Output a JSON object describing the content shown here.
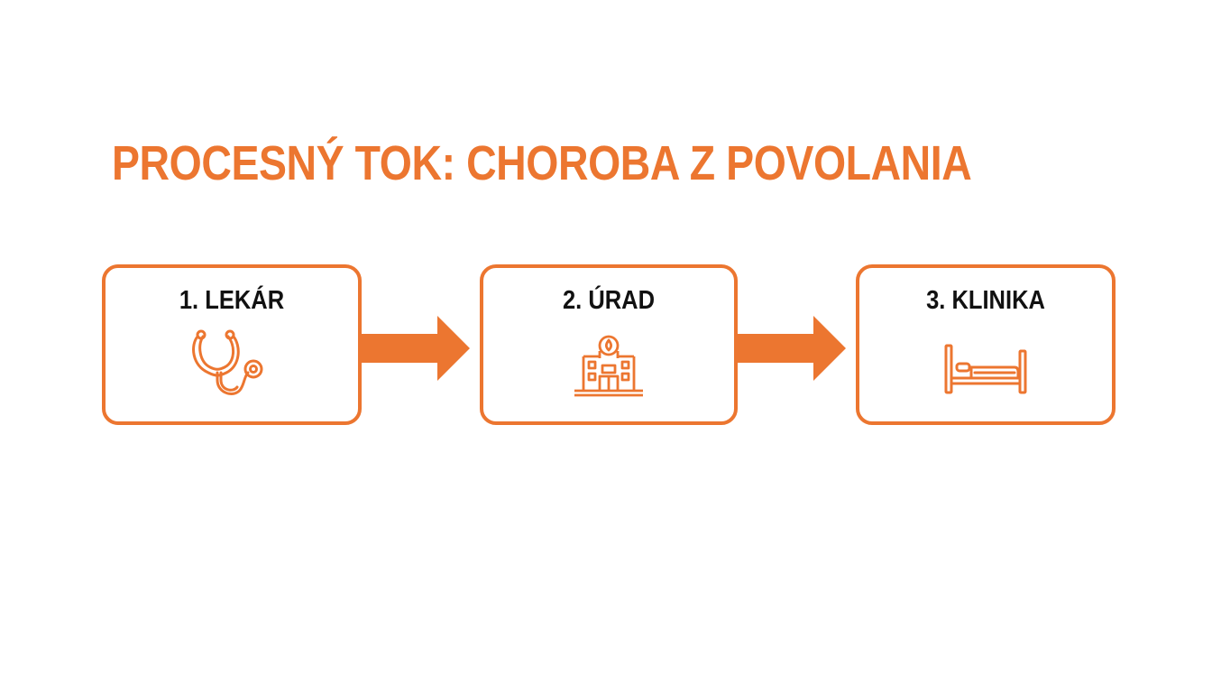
{
  "title": "PROCESNÝ TOK: CHOROBA Z POVOLANIA",
  "accent_color": "#ec7630",
  "steps": [
    {
      "label": "1. LEKÁR",
      "icon": "stethoscope-icon"
    },
    {
      "label": "2. ÚRAD",
      "icon": "office-building-icon"
    },
    {
      "label": "3. KLINIKA",
      "icon": "hospital-bed-icon"
    }
  ]
}
